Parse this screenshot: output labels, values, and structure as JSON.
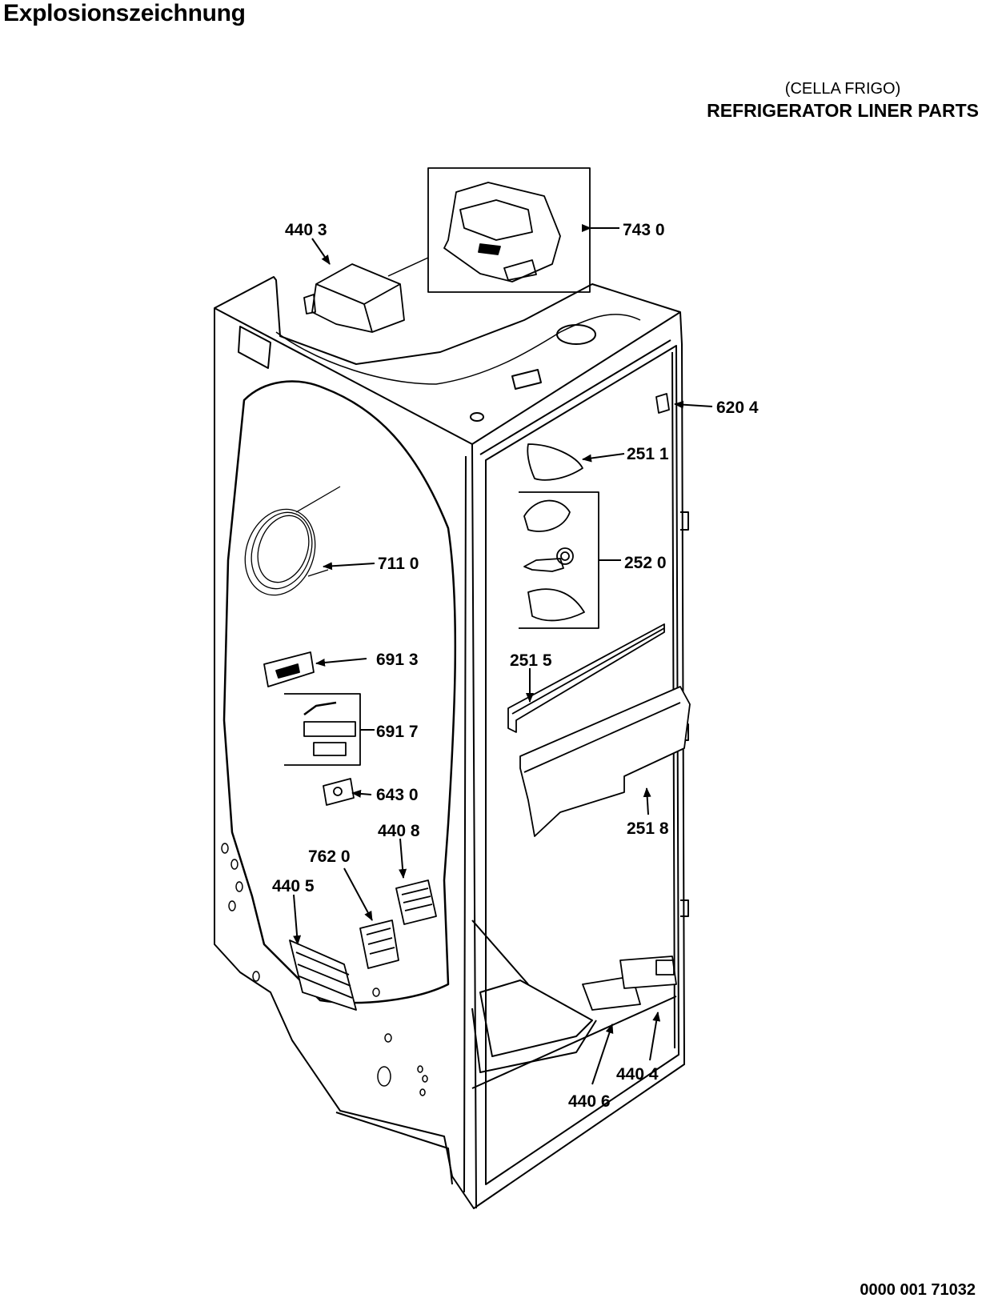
{
  "header": {
    "title": "Explosionszeichnung",
    "subtitle_it": "(CELLA FRIGO)",
    "subtitle_en": "REFRIGERATOR LINER PARTS"
  },
  "footer": {
    "document_number": "0000 001 71032"
  },
  "callouts": [
    {
      "id": "440-3",
      "label": "440 3"
    },
    {
      "id": "743-0",
      "label": "743 0"
    },
    {
      "id": "620-4",
      "label": "620 4"
    },
    {
      "id": "251-1",
      "label": "251 1"
    },
    {
      "id": "252-0",
      "label": "252 0"
    },
    {
      "id": "711-0",
      "label": "711 0"
    },
    {
      "id": "691-3",
      "label": "691 3"
    },
    {
      "id": "251-5",
      "label": "251 5"
    },
    {
      "id": "691-7",
      "label": "691 7"
    },
    {
      "id": "643-0",
      "label": "643 0"
    },
    {
      "id": "251-8",
      "label": "251 8"
    },
    {
      "id": "440-8",
      "label": "440 8"
    },
    {
      "id": "762-0",
      "label": "762 0"
    },
    {
      "id": "440-5",
      "label": "440 5"
    },
    {
      "id": "440-4",
      "label": "440 4"
    },
    {
      "id": "440-6",
      "label": "440 6"
    }
  ]
}
